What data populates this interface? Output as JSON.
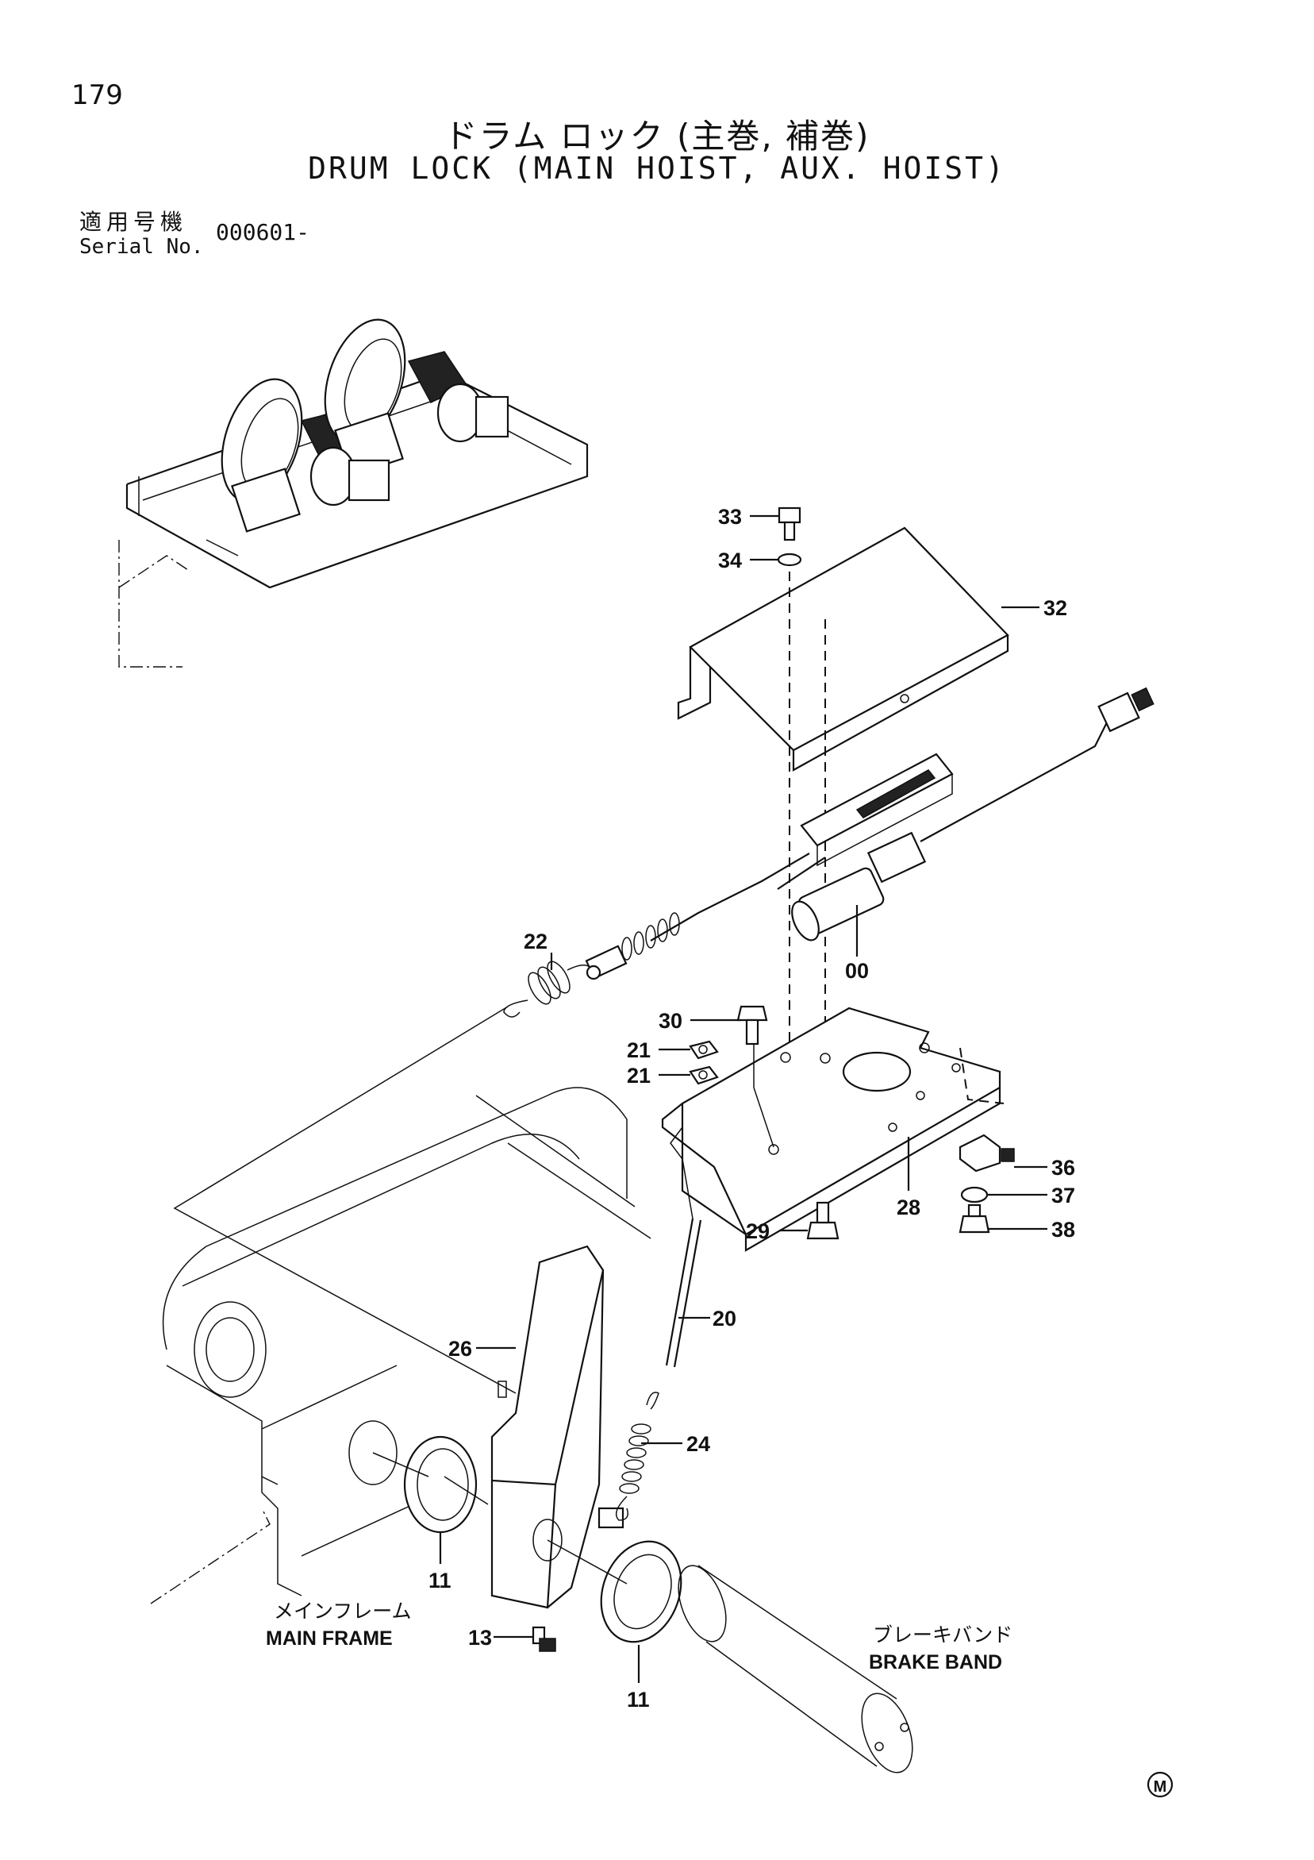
{
  "header": {
    "page_number": "179",
    "title_jp": "ドラム ロック (主巻, 補巻)",
    "title_en": "DRUM LOCK (MAIN HOIST, AUX. HOIST)",
    "serial_label_jp": "適用号機",
    "serial_label_en": "Serial No.",
    "serial_value": "000601-"
  },
  "callouts": {
    "c33": "33",
    "c34": "34",
    "c32": "32",
    "c22": "22",
    "c00": "00",
    "c30": "30",
    "c21a": "21",
    "c21b": "21",
    "c36": "36",
    "c37": "37",
    "c38": "38",
    "c28": "28",
    "c29": "29",
    "c20": "20",
    "c26": "26",
    "c24": "24",
    "c11a": "11",
    "c11b": "11",
    "c13": "13"
  },
  "labels": {
    "main_frame_jp": "メインフレーム",
    "main_frame_en": "MAIN FRAME",
    "brake_band_jp": "ブレーキバンド",
    "brake_band_en": "BRAKE BAND"
  },
  "footer": {
    "mark": "M"
  }
}
